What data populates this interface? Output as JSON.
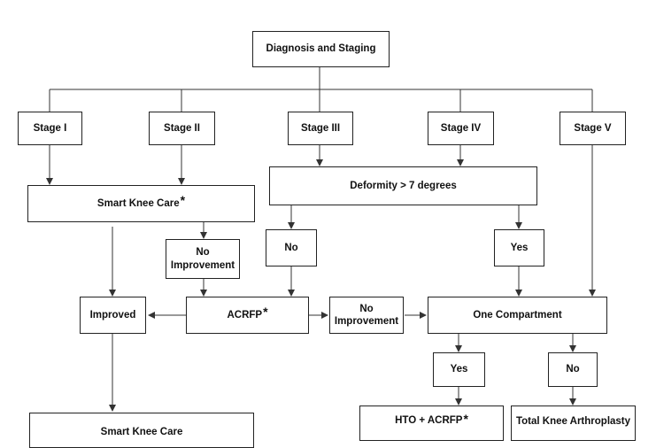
{
  "nodes": {
    "diagnosis": "Diagnosis and Staging",
    "stage1": "Stage I",
    "stage2": "Stage II",
    "stage3": "Stage III",
    "stage4": "Stage IV",
    "stage5": "Stage V",
    "smart_knee_care": "Smart Knee Care",
    "deformity": "Deformity > 7 degrees",
    "no_improvement_1": "No Improvement",
    "no_1": "No",
    "yes_1": "Yes",
    "improved": "Improved",
    "acrfp": "ACRFP",
    "no_improvement_2": "No Improvement",
    "one_compartment": "One Compartment",
    "yes_2": "Yes",
    "no_2": "No",
    "hto_acrfp": "HTO + ACRFP",
    "tka": "Total Knee Arthroplasty",
    "smart_knee_care_bottom": "Smart Knee Care"
  },
  "asterisk": "*"
}
